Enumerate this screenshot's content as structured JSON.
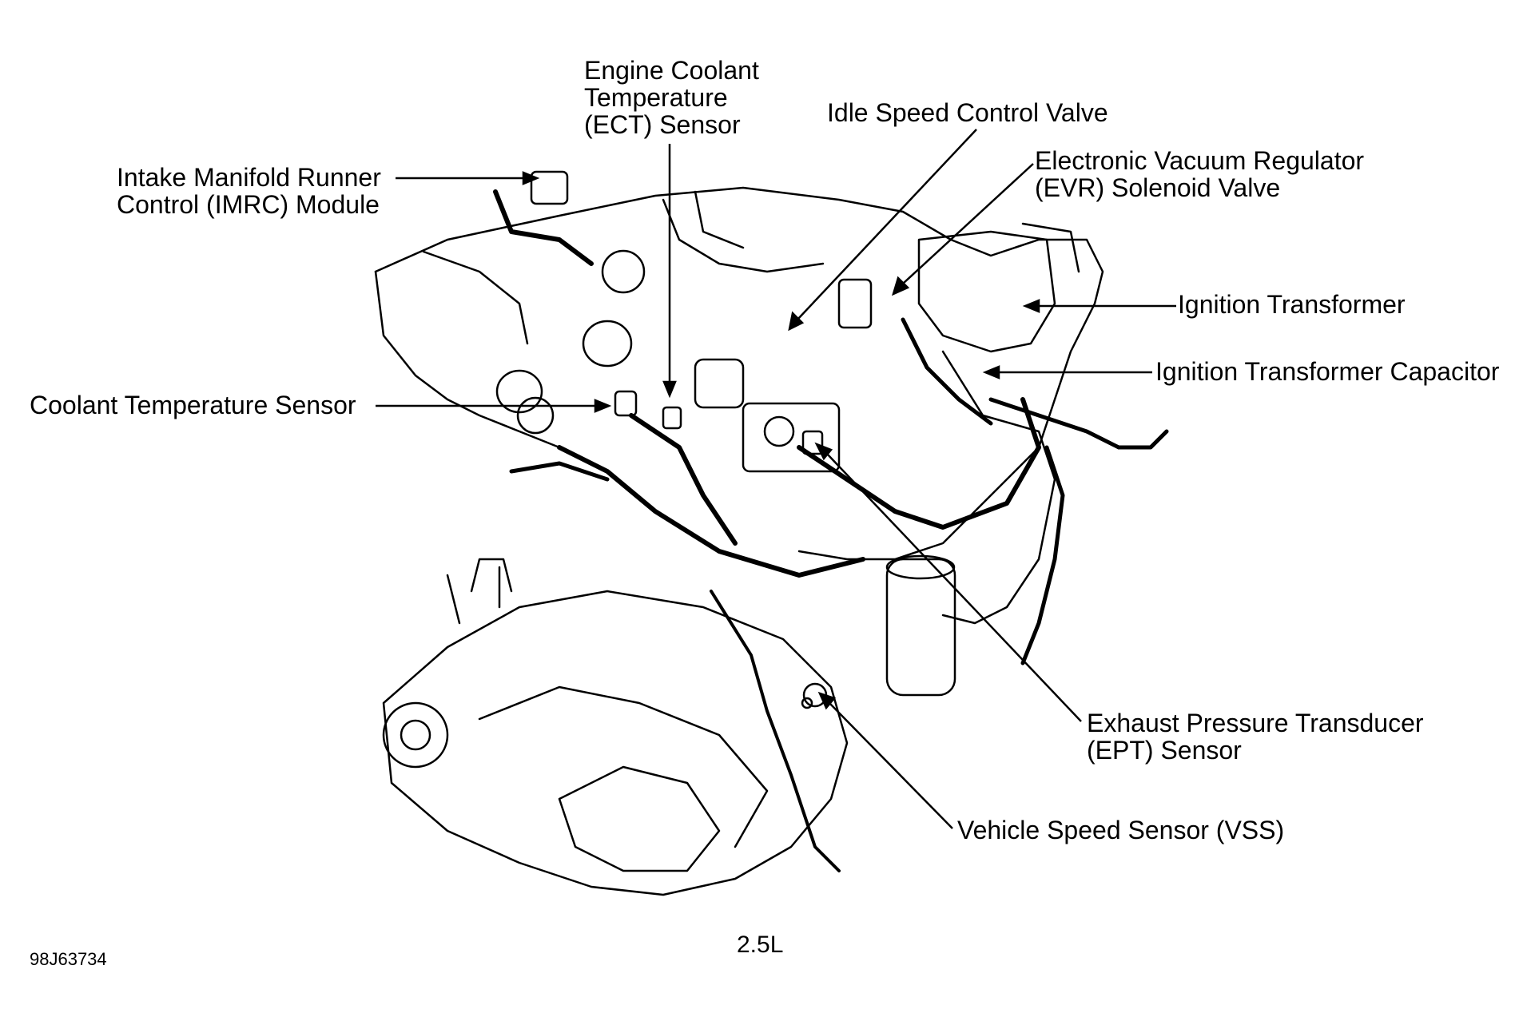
{
  "labels": {
    "ect_sensor": [
      "Engine Coolant",
      "Temperature",
      "(ECT) Sensor"
    ],
    "imrc_module": [
      "Intake Manifold Runner",
      "Control (IMRC) Module"
    ],
    "idle_speed_valve": [
      "Idle Speed Control Valve"
    ],
    "evr_valve": [
      "Electronic Vacuum Regulator",
      "(EVR) Solenoid Valve"
    ],
    "ignition_transformer": [
      "Ignition Transformer"
    ],
    "ignition_capacitor": [
      "Ignition Transformer Capacitor"
    ],
    "coolant_temp_sensor": [
      "Coolant Temperature Sensor"
    ],
    "ept_sensor": [
      "Exhaust Pressure Transducer",
      "(EPT) Sensor"
    ],
    "vss": [
      "Vehicle Speed Sensor (VSS)"
    ]
  },
  "caption": "2.5L",
  "figure_id": "98J63734"
}
